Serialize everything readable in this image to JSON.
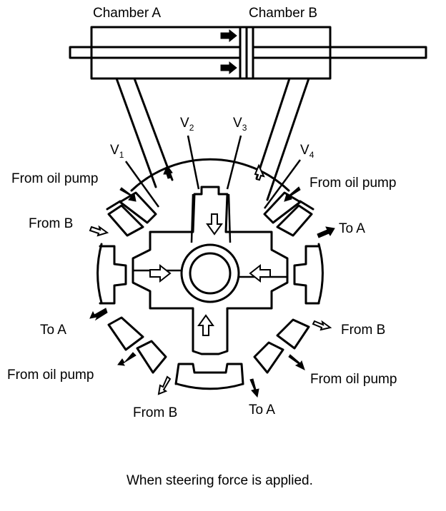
{
  "cylinder": {
    "chamber_a": "Chamber A",
    "chamber_b": "Chamber B"
  },
  "valves": {
    "v1": {
      "letter": "V",
      "sub": "1"
    },
    "v2": {
      "letter": "V",
      "sub": "2"
    },
    "v3": {
      "letter": "V",
      "sub": "3"
    },
    "v4": {
      "letter": "V",
      "sub": "4"
    }
  },
  "ports": {
    "from_oil_pump_top_left": "From oil pump",
    "from_oil_pump_top_right": "From oil pump",
    "from_b_left": "From B",
    "to_a_right": "To A",
    "to_a_left": "To A",
    "from_b_right": "From B",
    "from_oil_pump_bottom_left": "From oil pump",
    "from_oil_pump_bottom_right": "From oil pump",
    "from_b_bottom": "From B",
    "to_a_bottom": "To A"
  },
  "caption": "When steering force is applied."
}
